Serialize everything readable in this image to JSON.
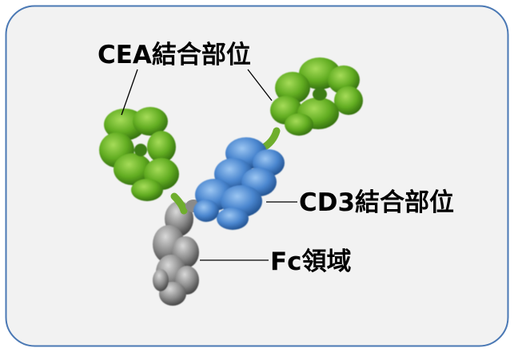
{
  "labels": {
    "cea_binding_site": "CEA結合部位",
    "cd3_binding_site": "CD3結合部位",
    "fc_region": "Fc領域"
  },
  "colors": {
    "panel_border": "#4a78b4",
    "panel_fill": "#f2f2f2",
    "cea_domain": "#5faa1e",
    "cd3_domain": "#3f7fc8",
    "fc_domain": "#7d7d7d",
    "leader_line": "#000000"
  }
}
